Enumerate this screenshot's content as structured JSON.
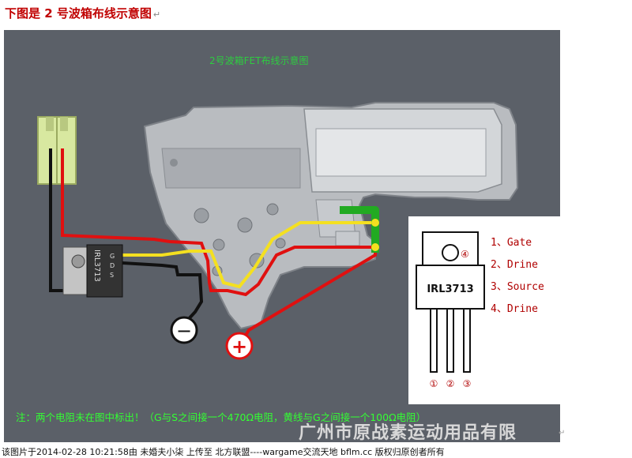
{
  "page": {
    "title": "下图是 2 号波箱布线示意图",
    "edit_mark": "↵"
  },
  "diagram": {
    "heading": "2号波箱FET布线示意图",
    "mosfet_label": "IRL3713",
    "mosfet_pin_labels": [
      "G",
      "D",
      "S"
    ],
    "minus_symbol": "−",
    "plus_symbol": "+",
    "colors": {
      "red_wire": "#e01010",
      "black_wire": "#111111",
      "yellow_wire": "#f4e020",
      "green_trace": "#22aa22",
      "connector": "#d8e8a0",
      "background": "#5b6068",
      "gearbox": "#b9bcc0"
    }
  },
  "pinout": {
    "chip_label": "IRL3713",
    "tab_number": "④",
    "lead_numbers": [
      "①",
      "②",
      "③"
    ],
    "pins": [
      {
        "label": "1、Gate"
      },
      {
        "label": "2、Drine"
      },
      {
        "label": "3、Source"
      },
      {
        "label": "4、Drine"
      }
    ]
  },
  "bottom_note": "注：两个电阻未在图中标出！（G与S之间接一个470Ω电阻，黄线与G之间接一个100Ω电阻）",
  "watermark": "广州市原战素运动用品有限",
  "footer": "该图片于2014-02-28 10:21:58由 未婚夫小柒 上传至 北方联盟----wargame交流天地 bflm.cc 版权归原创者所有"
}
